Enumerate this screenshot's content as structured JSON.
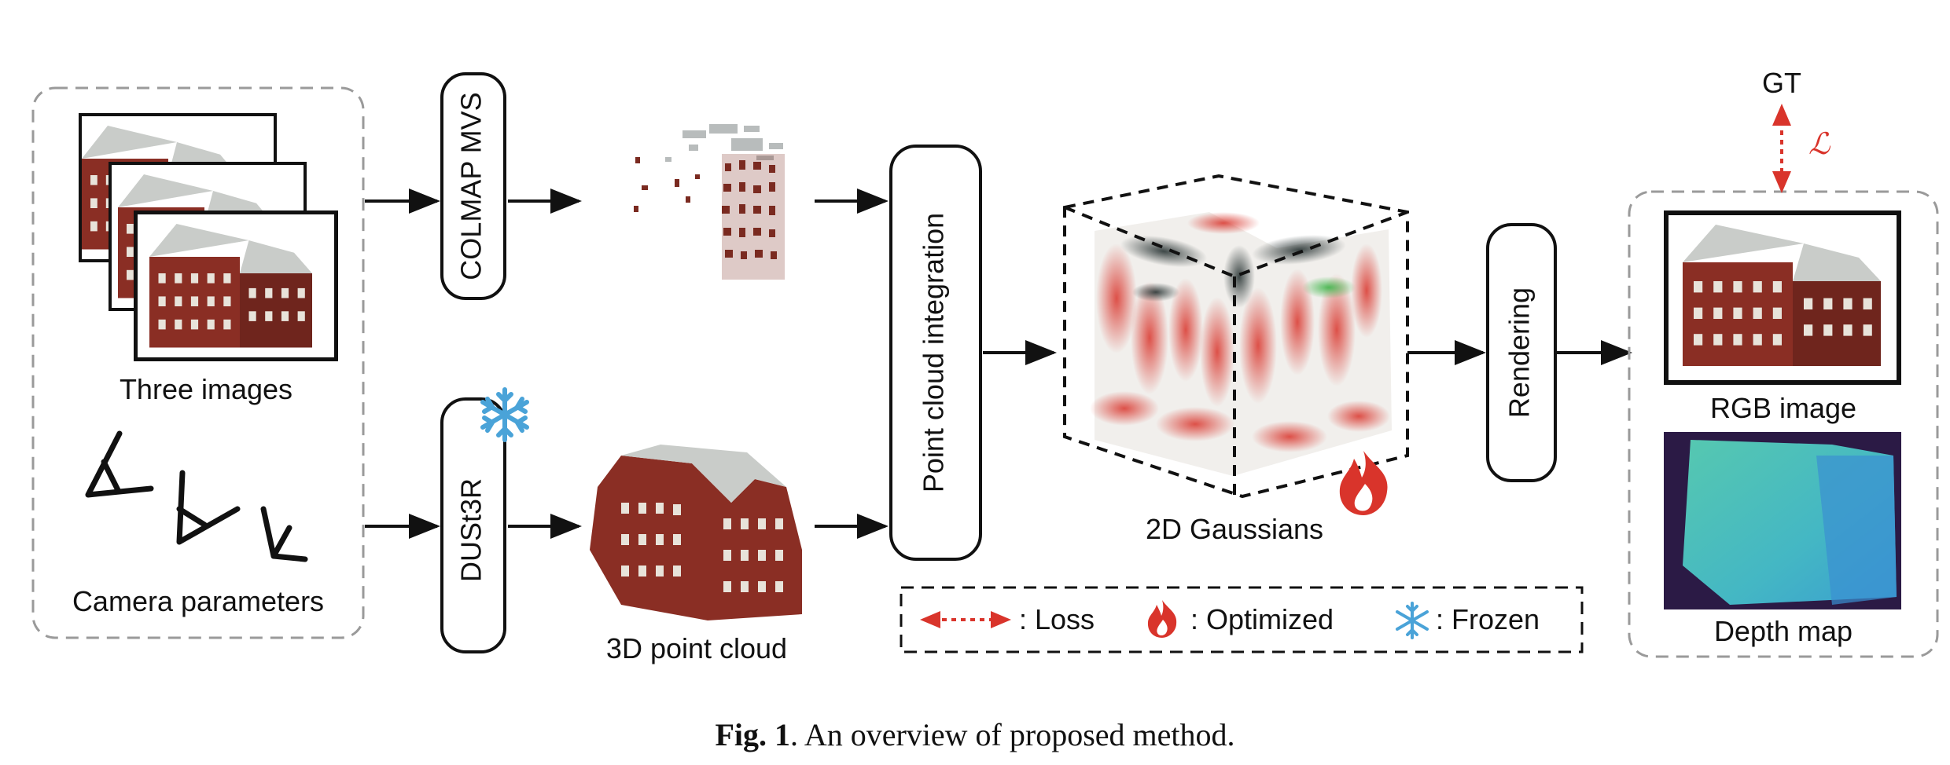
{
  "inputs": {
    "images_label": "Three images",
    "camera_label": "Camera parameters"
  },
  "modules": {
    "colmap": "COLMAP MVS",
    "dust3r": "DUSt3R",
    "integration": "Point cloud integration",
    "rendering": "Rendering"
  },
  "labels": {
    "point_cloud": "3D point cloud",
    "gaussians": "2D Gaussians",
    "gt": "GT",
    "loss_symbol": "ℒ",
    "rgb": "RGB image",
    "depth": "Depth map"
  },
  "legend": {
    "loss": ": Loss",
    "optimized": ": Optimized",
    "frozen": ": Frozen"
  },
  "caption": {
    "prefix": "Fig. 1",
    "text": ". An overview of proposed method."
  },
  "colors": {
    "accent_red": "#d9342b",
    "frozen_blue": "#4aa3d8",
    "brick": "#8a2e24",
    "roof": "#c9ccc9",
    "depth_teal": "#4fc3b5",
    "depth_bg": "#2b1a45"
  }
}
